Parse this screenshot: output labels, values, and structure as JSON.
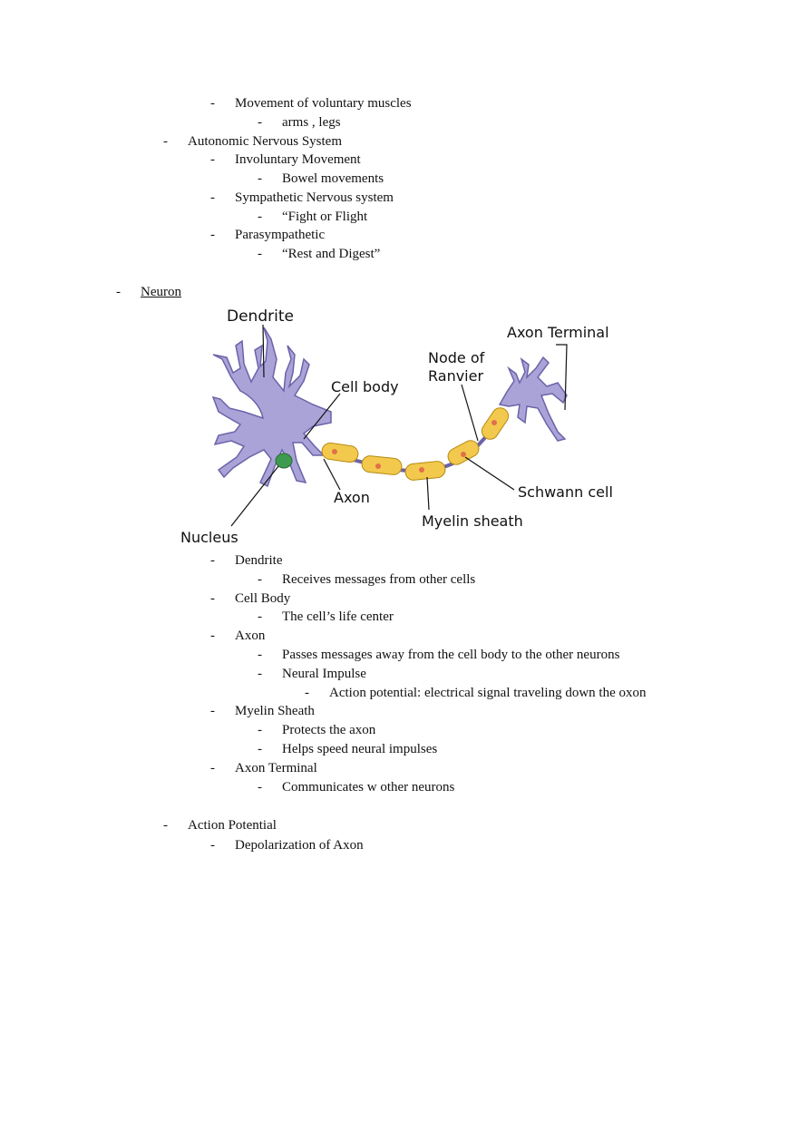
{
  "outline": [
    {
      "text": "Movement of voluntary muscles",
      "level": 2
    },
    {
      "text": "arms , legs",
      "level": 3
    },
    {
      "text": "Autonomic Nervous System",
      "level": 1
    },
    {
      "text": "Involuntary Movement",
      "level": 2
    },
    {
      "text": "Bowel movements",
      "level": 3
    },
    {
      "text": "Sympathetic Nervous system",
      "level": 2
    },
    {
      "text": "“Fight or Flight",
      "level": 3
    },
    {
      "text": "Parasympathetic",
      "level": 2
    },
    {
      "text": " “Rest and Digest”",
      "level": 3
    }
  ],
  "neuron_heading": "Neuron  ",
  "diagram": {
    "labels": {
      "dendrite": "Dendrite",
      "cell_body": "Cell body",
      "node_of_ranvier_1": "Node of",
      "node_of_ranvier_2": "Ranvier",
      "axon_terminal": "Axon Terminal",
      "axon": "Axon",
      "schwann_cell": "Schwann cell",
      "myelin_sheath": "Myelin sheath",
      "nucleus": "Nucleus"
    },
    "colors": {
      "cell": "#a9a3d8",
      "cell_stroke": "#6b63a8",
      "nucleus": "#3e9a4e",
      "myelin": "#f2c94c",
      "myelin_stroke": "#b68a12",
      "schwann_nucleus": "#e0704a"
    }
  },
  "neuron_parts": [
    {
      "text": "Dendrite",
      "level": 2
    },
    {
      "text": "Receives messages from other cells",
      "level": 3
    },
    {
      "text": "Cell Body",
      "level": 2
    },
    {
      "text": "The cell’s life center",
      "level": 3
    },
    {
      "text": "Axon",
      "level": 2
    },
    {
      "text": "Passes messages away from the cell body to the other neurons",
      "level": 3
    },
    {
      "text": "Neural Impulse",
      "level": 3
    },
    {
      "text": "Action potential: electrical signal traveling down the oxon",
      "level": 4
    },
    {
      "text": "Myelin Sheath",
      "level": 2
    },
    {
      "text": "Protects the axon",
      "level": 3
    },
    {
      "text": "Helps speed neural impulses",
      "level": 3
    },
    {
      "text": "Axon Terminal",
      "level": 2
    },
    {
      "text": "Communicates w other neurons",
      "level": 3
    }
  ],
  "action_section": [
    {
      "text": "Action Potential",
      "level": 1
    },
    {
      "text": "Depolarization of Axon",
      "level": 2
    }
  ],
  "dash_char": "-"
}
